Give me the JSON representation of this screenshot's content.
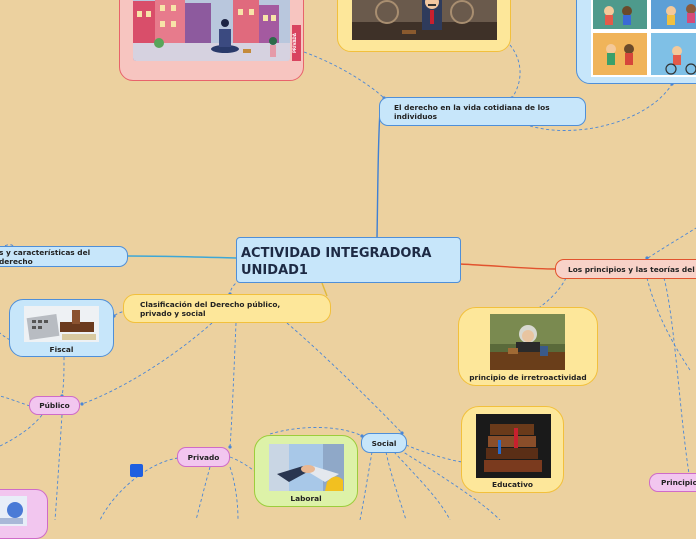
{
  "central": "ACTIVIDAD INTEGRADORA UNIDAD1",
  "topics": {
    "derecho_vida": "El derecho en la vida cotidiana de los individuos",
    "caracteristicas": "s y características del derecho",
    "principios_teorias": "Los principios y las teorías del De",
    "clasificacion": "Clasificación del Derecho público, privado y social"
  },
  "subtopics": {
    "publico": "Público",
    "privado": "Privado",
    "social": "Social",
    "principio_right": "Principio"
  },
  "cards": {
    "fiscal": "Fiscal",
    "laboral": "Laboral",
    "irretroactividad": "principio de irretroactividad",
    "educativo": "Educativo"
  },
  "image_labels": {
    "top_left_side": "PRIVADA"
  },
  "colors": {
    "background": "#ecd19f",
    "blue_node": "#c7e6fa",
    "yellow_node": "#fde79a",
    "pink_node": "#f2c6ef",
    "green_node": "#ddf2a8",
    "blue_connector": "#4a86d6",
    "red_connector": "#e2532e"
  }
}
